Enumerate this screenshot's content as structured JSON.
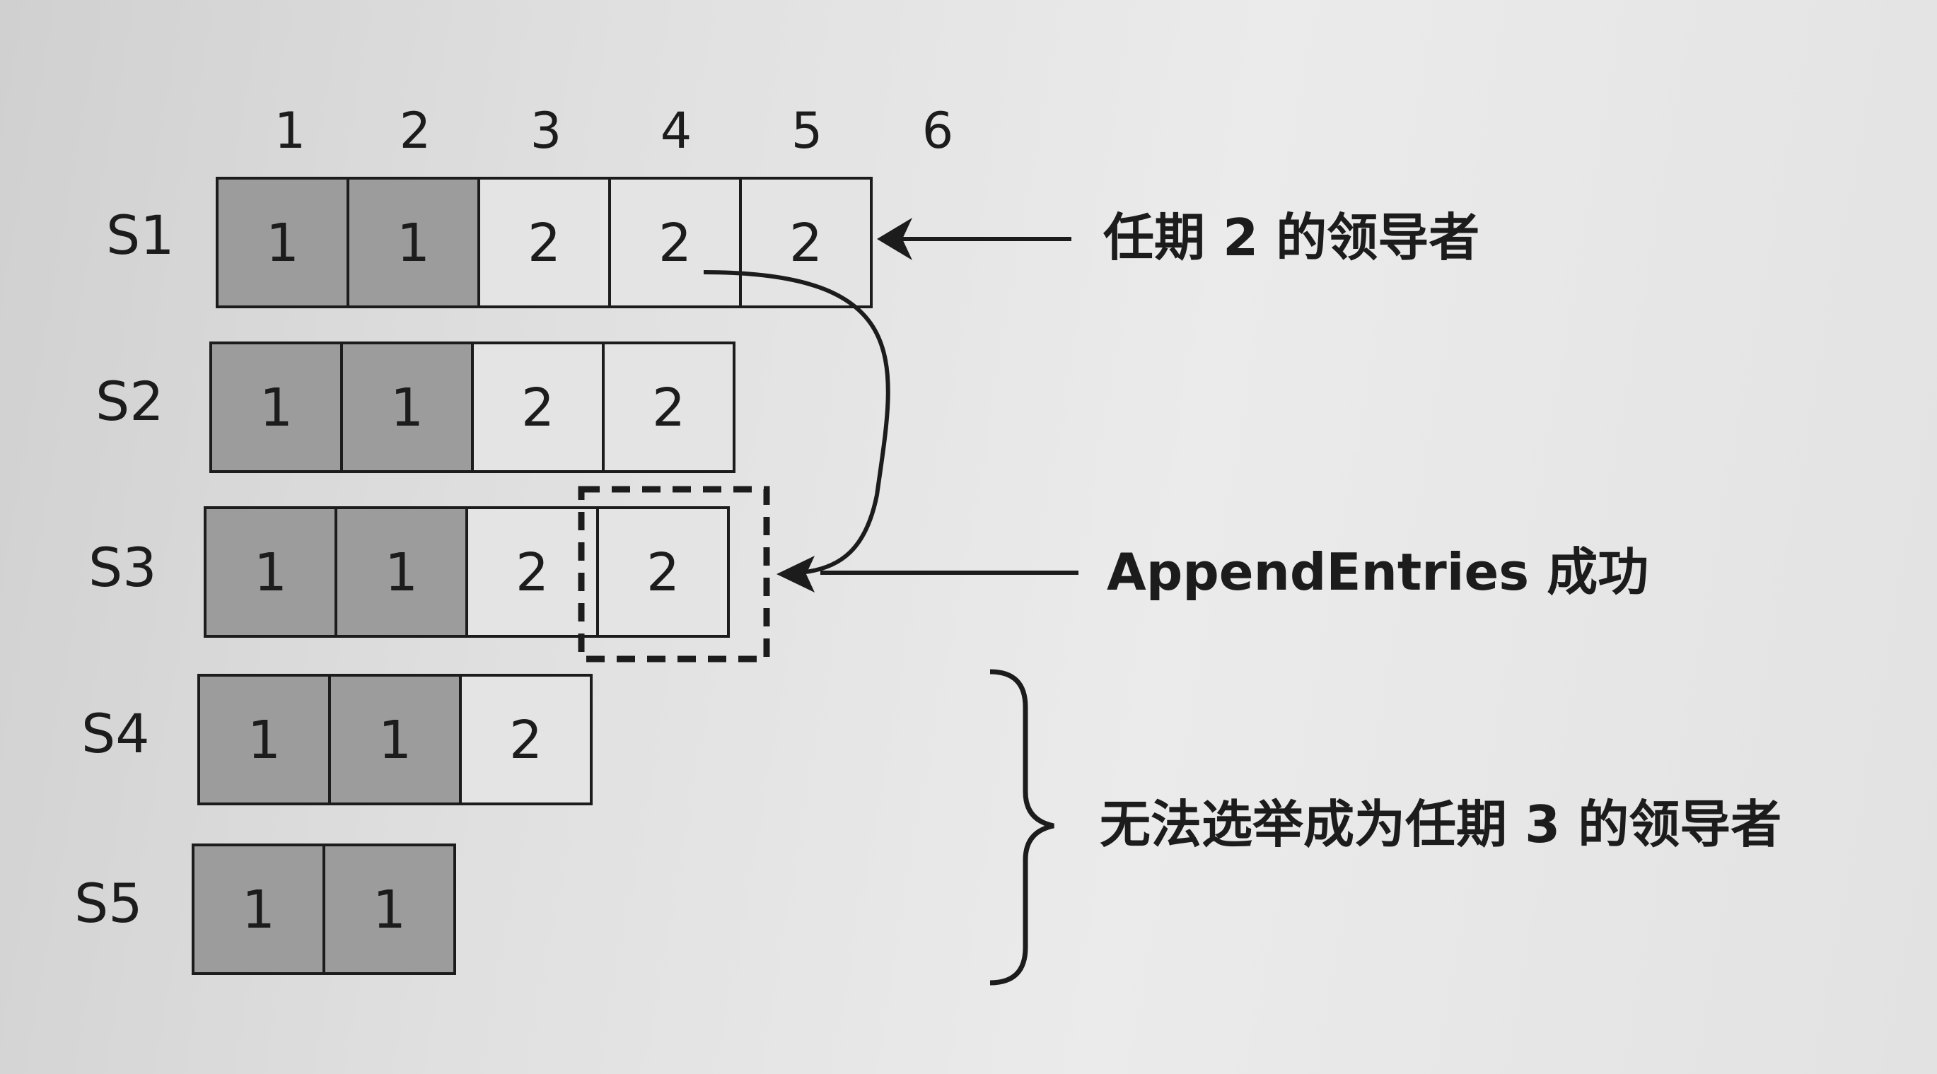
{
  "index_headers": [
    "1",
    "2",
    "3",
    "4",
    "5",
    "6"
  ],
  "servers": [
    {
      "name": "S1",
      "log": [
        "1",
        "1",
        "2",
        "2",
        "2"
      ]
    },
    {
      "name": "S2",
      "log": [
        "1",
        "1",
        "2",
        "2"
      ]
    },
    {
      "name": "S3",
      "log": [
        "1",
        "1",
        "2",
        "2"
      ]
    },
    {
      "name": "S4",
      "log": [
        "1",
        "1",
        "2"
      ]
    },
    {
      "name": "S5",
      "log": [
        "1",
        "1"
      ]
    }
  ],
  "annotations": {
    "leader": "任期 2 的领导者",
    "append": "AppendEntries 成功",
    "cannot_elect": "无法选举成为任期 3 的领导者"
  },
  "colors": {
    "term1_fill": "#9c9c9c",
    "term2_fill": "#e4e4e4",
    "ink": "#1c1c1c"
  }
}
